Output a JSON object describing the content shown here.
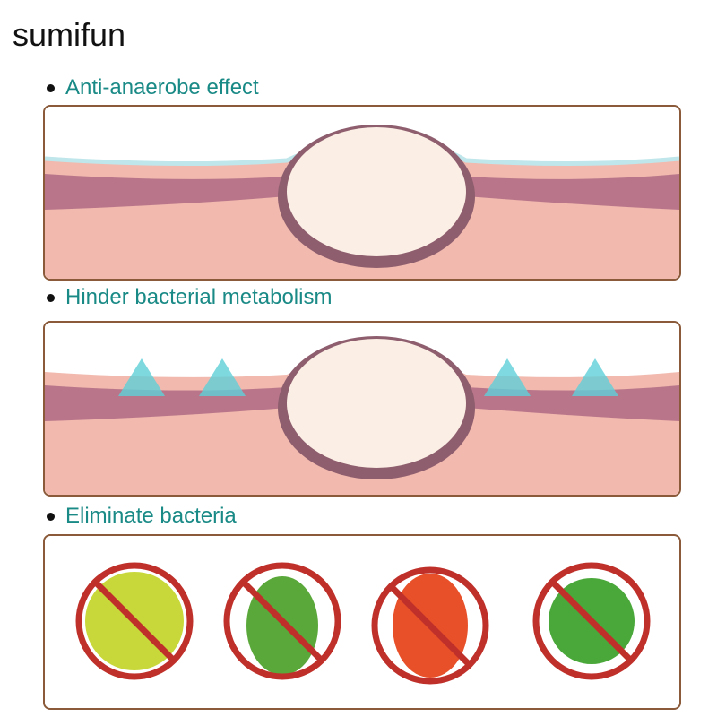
{
  "brand": "sumifun",
  "sections": [
    {
      "title": "Anti-anaerobe effect"
    },
    {
      "title": "Hinder bacterial metabolism"
    },
    {
      "title": "Eliminate bacteria"
    }
  ],
  "colors": {
    "heading": "#1a8a86",
    "border": "#8a5a3a",
    "skin": "#f2b9ae",
    "no_sign": "#c0302a"
  }
}
